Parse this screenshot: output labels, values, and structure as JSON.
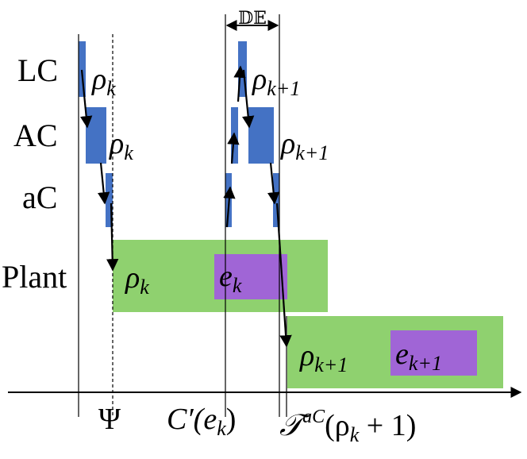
{
  "rows": {
    "lc": "LC",
    "ac_upper": "AC",
    "ac_lower": "aC",
    "plant": "Plant"
  },
  "delay_label": "𝔻𝔼",
  "rho_k": "ρ",
  "sub_k": "k",
  "sub_k1": "k+1",
  "e": "e",
  "axis": {
    "psi": "Ψ",
    "c_prime": "C′(e",
    "c_prime_close": ")",
    "t_ac": "𝒯",
    "t_ac_sup": "aC",
    "t_ac_arg": "(ρ",
    "t_ac_arg_close": " + 1)"
  },
  "colors": {
    "block": "#4472C4",
    "plant": "#8FD16F",
    "event": "#A065D6"
  }
}
